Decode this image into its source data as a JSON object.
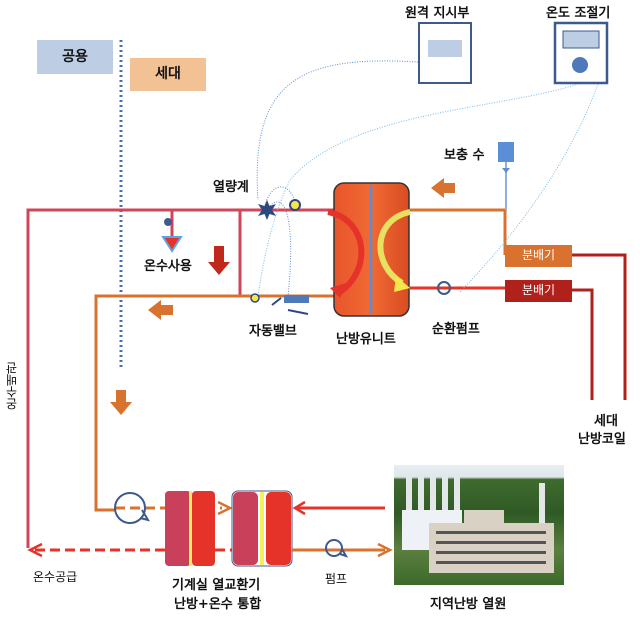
{
  "zones": {
    "public": "공용",
    "household": "세대"
  },
  "devices": {
    "remote_indicator": "원격 지시부",
    "thermostat": "온도 조절기",
    "makeup_water": "보충 수",
    "heat_meter": "열량계",
    "hot_water_use": "온수사용",
    "auto_valve": "자동밸브",
    "heating_unit": "난방유니트",
    "circulation_pump": "순환펌프",
    "distributor_supply": "분배기",
    "distributor_return": "분배기",
    "household_coil_line1": "세대",
    "household_coil_line2": "난방코일",
    "hot_water_pipe": "온수배관",
    "hot_water_supply": "온수공급",
    "heat_exchanger_line1": "기계실 열교환기",
    "heat_exchanger_line2": "난방+온수 통합",
    "pump": "펌프",
    "district_heat_source": "지역난방 열원"
  },
  "colors": {
    "supply_pipe": "#d0455a",
    "return_pipe": "#d8722e",
    "hot_red": "#e5332a",
    "distributor_orange": "#d8722e",
    "distributor_red": "#b0211c",
    "zone_public": "#bccde4",
    "zone_household": "#f2c295",
    "control_line": "#5a8fd6"
  }
}
